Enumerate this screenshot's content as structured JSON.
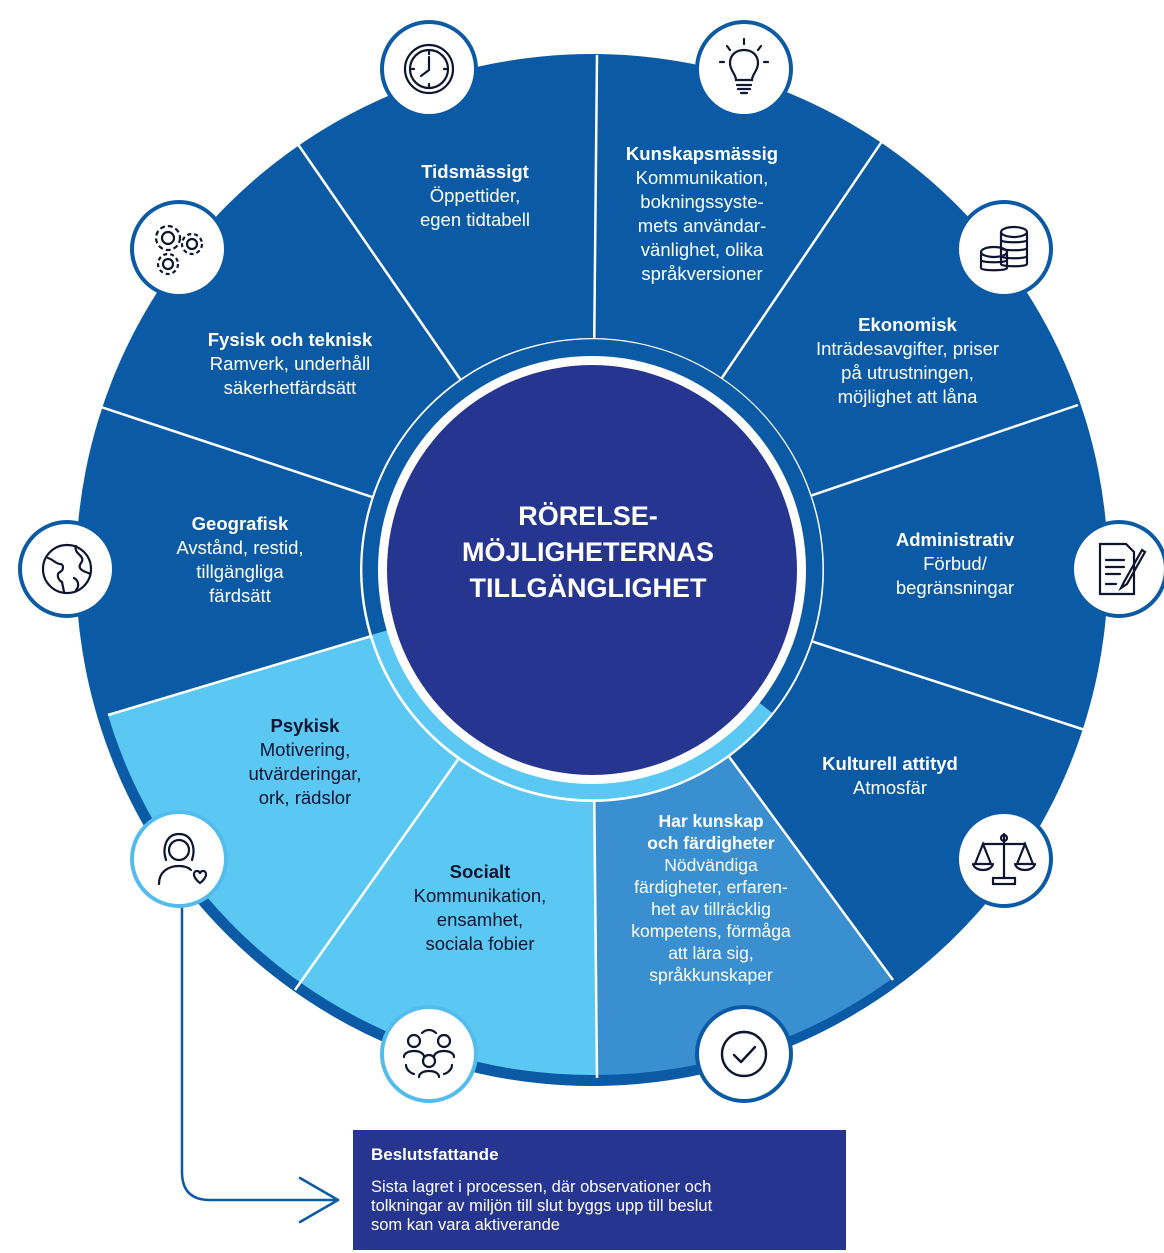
{
  "center": {
    "line1": "RÖRELSE-",
    "line2": "MÖJLIGHETERNAS",
    "line3": "TILLGÄNGLIGHET"
  },
  "segments": {
    "tidsmassigt": {
      "title": "Tidsmässigt",
      "lines": [
        "Öppettider,",
        "egen tidtabell"
      ],
      "icon": "clock-icon"
    },
    "kunskapsmassig": {
      "title": "Kunskapsmässig",
      "lines": [
        "Kommunikation,",
        "bokningssyste-",
        "mets användar-",
        "vänlighet, olika",
        "språkversioner"
      ],
      "icon": "lightbulb-icon"
    },
    "ekonomisk": {
      "title": "Ekonomisk",
      "lines": [
        "Inträdesavgifter, priser",
        "på utrustningen,",
        "möjlighet att låna"
      ],
      "icon": "coins-icon"
    },
    "administrativ": {
      "title": "Administrativ",
      "lines": [
        "Förbud/",
        "begränsningar"
      ],
      "icon": "document-pen-icon"
    },
    "kulturell": {
      "title": "Kulturell attityd",
      "lines": [
        "Atmosfär"
      ],
      "icon": "scales-icon"
    },
    "kunskap_fardigheter": {
      "title1": "Har kunskap",
      "title2": "och färdigheter",
      "lines": [
        "Nödvändiga",
        "färdigheter, erfaren-",
        "het av tillräcklig",
        "kompetens, förmåga",
        "att lära sig,",
        "språkkunskaper"
      ],
      "icon": "checkmark-icon"
    },
    "socialt": {
      "title": "Socialt",
      "lines": [
        "Kommunikation,",
        "ensamhet,",
        "sociala fobier"
      ],
      "icon": "group-icon"
    },
    "psykisk": {
      "title": "Psykisk",
      "lines": [
        "Motivering,",
        "utvärderingar,",
        "ork, rädslor"
      ],
      "icon": "person-heart-icon"
    },
    "geografisk": {
      "title": "Geografisk",
      "lines": [
        "Avstånd, restid,",
        "tillgängliga",
        "färdsätt"
      ],
      "icon": "globe-icon"
    },
    "fysisk": {
      "title": "Fysisk och teknisk",
      "lines": [
        "Ramverk, underhåll",
        "säkerhetfärdsätt"
      ],
      "icon": "gears-icon"
    }
  },
  "decision": {
    "title": "Beslutsfattande",
    "lines": [
      "Sista lagret i processen, där observationer och",
      "tolkningar av miljön till slut byggs upp till beslut",
      "som kan vara aktiverande"
    ]
  },
  "colors": {
    "dark_blue": "#0b5aa6",
    "light_blue": "#5bc8f3",
    "mid_blue": "#3a8fd0",
    "navy": "#26358f"
  }
}
